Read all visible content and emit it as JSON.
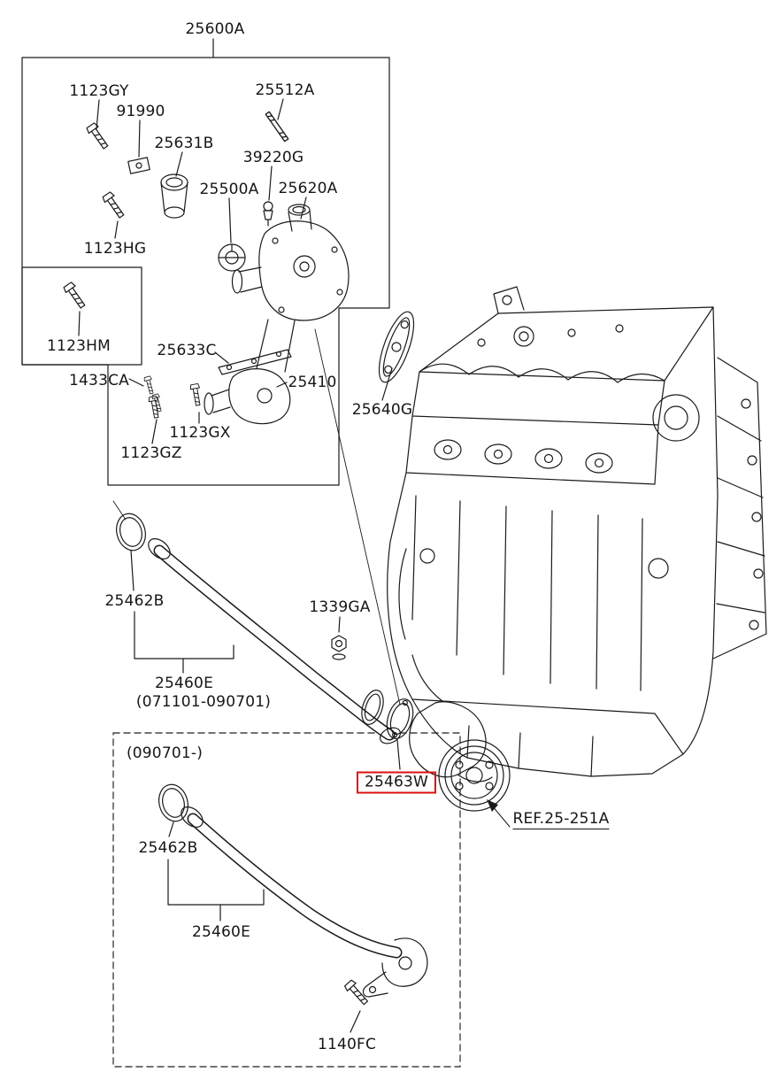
{
  "diagram": {
    "callouts": {
      "group": "25600A",
      "bolt_gy": "1123GY",
      "bracket": "91990",
      "inlet_fitting": "25631B",
      "stud": "25512A",
      "sensor": "39220G",
      "thermostat": "25500A",
      "outlet_neck": "25620A",
      "bolt_hg": "1123HG",
      "bolt_hm": "1123HM",
      "gasket_strip": "25633C",
      "bolt_ca": "1433CA",
      "housing": "25410",
      "bolt_gx": "1123GX",
      "bolt_gz": "1123GZ",
      "gasket": "25640G",
      "oring_a": "25462B",
      "nut": "1339GA",
      "pipe_a": "25460E",
      "pipe_a_range": "(071101-090701)",
      "pipe_b_range": "(090701-)",
      "oring_b": "25462B",
      "pipe_b": "25460E",
      "bolt_fc": "1140FC",
      "selected_part": "25463W",
      "reference": "REF.25-251A"
    },
    "colors": {
      "line": "#1a1a1a",
      "highlight": "#dd1111",
      "background": "#ffffff"
    }
  }
}
